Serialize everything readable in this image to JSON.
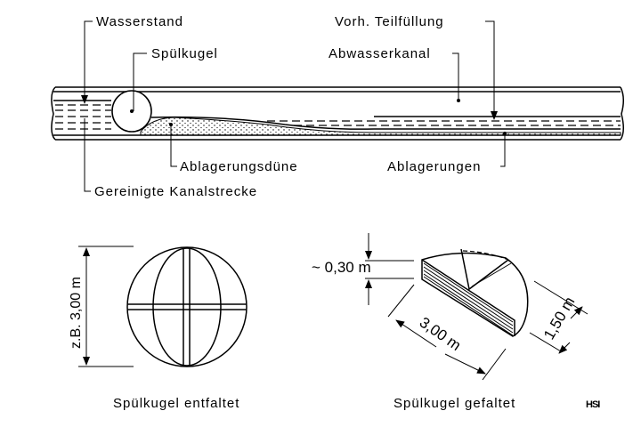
{
  "labels": {
    "water_level": "Wasserstand",
    "flush_ball": "Spülkugel",
    "partial_fill": "Vorh. Teilfüllung",
    "sewer_channel": "Abwasserkanal",
    "deposit_dune": "Ablagerungsdüne",
    "deposits": "Ablagerungen",
    "cleaned_section": "Gereinigte Kanalstrecke"
  },
  "unfolded": {
    "dimension": "z.B. 3,00 m",
    "caption": "Spülkugel entfaltet"
  },
  "folded": {
    "thickness": "~ 0,30 m",
    "length": "3,00 m",
    "width": "1,50 m",
    "caption": "Spülkugel gefaltet"
  },
  "logo": "HSI"
}
